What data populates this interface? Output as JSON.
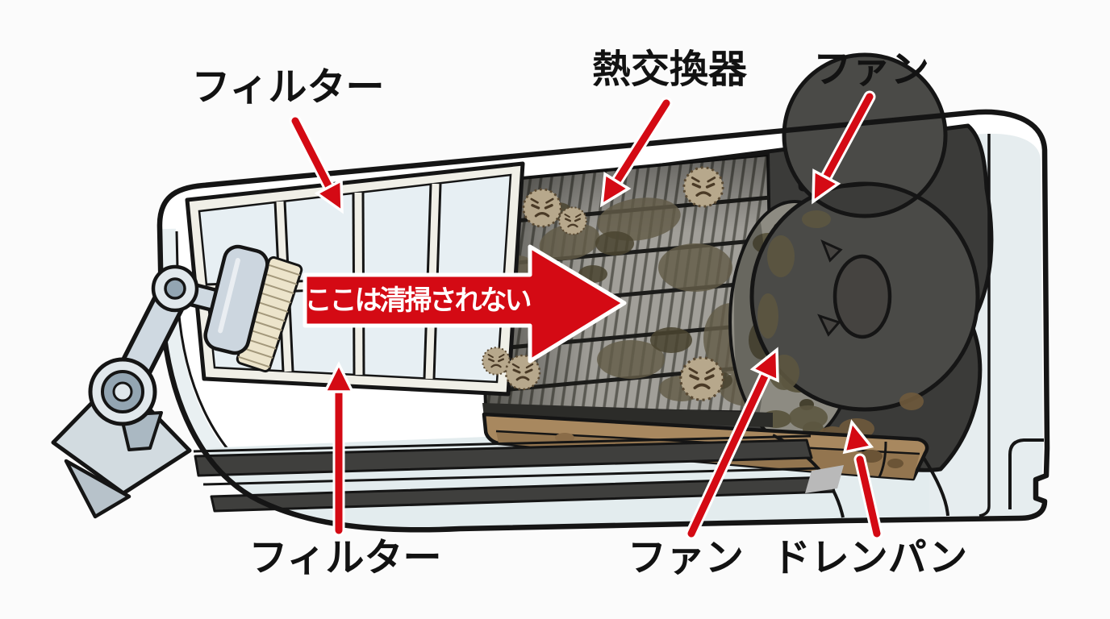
{
  "diagram": {
    "background_color": "#fbfbfb",
    "outline_color": "#151515",
    "accent_red": "#d40a14",
    "body_tint": "#e3ecee",
    "drain_pan_color": "#a8885f",
    "heat_exchanger_color": "#a19f99",
    "fan_housing_color": "#3b3b39",
    "labels": {
      "filter_top": "フィルター",
      "heat_exchanger": "熱交換器",
      "fan_top": "ファン",
      "filter_bottom": "フィルター",
      "fan_bottom": "ファン",
      "drain_pan": "ドレンパン"
    },
    "banner": {
      "text": "ここは清掃されない",
      "background": "#d40a14",
      "text_color": "#ffffff"
    },
    "arrows": [
      {
        "name": "filter-top-arrow",
        "for_label": "filter_top"
      },
      {
        "name": "heat-exchanger-arrow",
        "for_label": "heat_exchanger"
      },
      {
        "name": "fan-top-arrow",
        "for_label": "fan_top"
      },
      {
        "name": "filter-bottom-arrow",
        "for_label": "filter_bottom"
      },
      {
        "name": "fan-bottom-arrow",
        "for_label": "fan_bottom"
      },
      {
        "name": "drain-pan-arrow",
        "for_label": "drain_pan"
      }
    ]
  }
}
